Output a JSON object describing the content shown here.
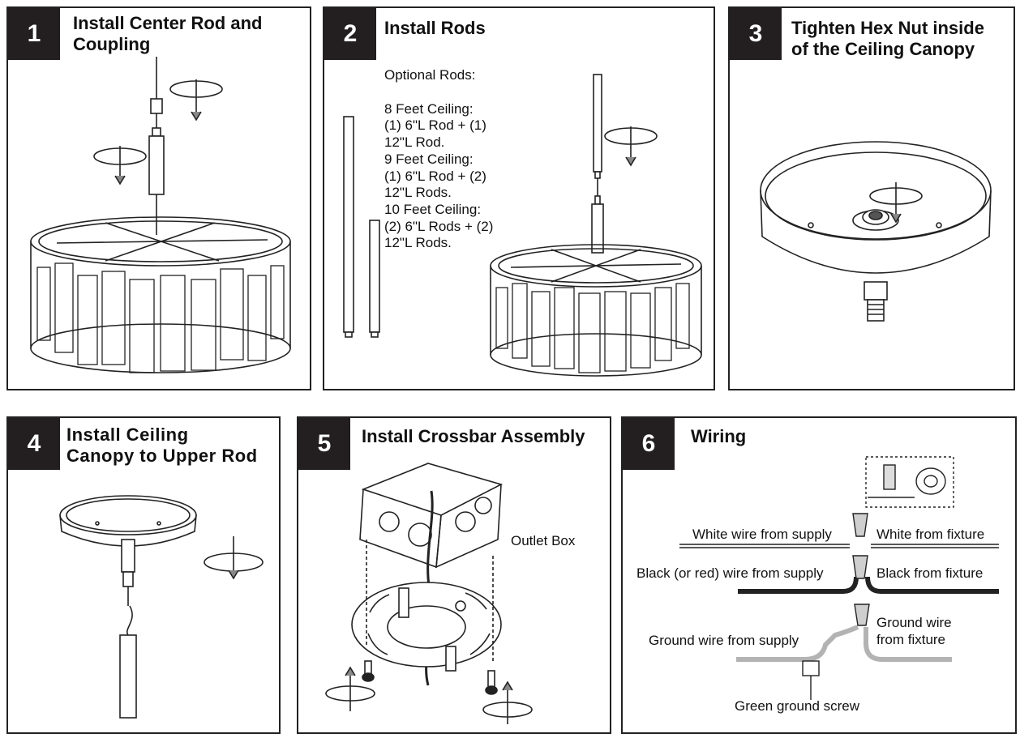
{
  "steps": [
    {
      "number": "1",
      "title_line1": "Install Center Rod and",
      "title_line2": "Coupling"
    },
    {
      "number": "2",
      "title": "Install Rods"
    },
    {
      "number": "3",
      "title_line1": "Tighten Hex Nut inside",
      "title_line2": "of the Ceiling Canopy"
    },
    {
      "number": "4",
      "title_line1": "Install Ceiling",
      "title_line2": "Canopy to Upper Rod"
    },
    {
      "number": "5",
      "title": "Install Crossbar Assembly"
    },
    {
      "number": "6",
      "title": "Wiring"
    }
  ],
  "rods": {
    "heading": "Optional Rods:",
    "lines": [
      "8 Feet Ceiling:",
      "(1) 6\"L Rod + (1)",
      "12\"L Rod.",
      "9 Feet Ceiling:",
      "(1) 6\"L Rod + (2)",
      "12\"L Rods.",
      "10 Feet Ceiling:",
      "(2) 6\"L Rods + (2)",
      "12\"L Rods."
    ]
  },
  "crossbar": {
    "outlet_box": "Outlet Box"
  },
  "wiring": {
    "white_supply": "White wire from supply",
    "white_fixture": "White from fixture",
    "black_supply": "Black (or red) wire from supply",
    "black_fixture": "Black from fixture",
    "ground_supply": "Ground wire from supply",
    "ground_fixture_1": "Ground wire",
    "ground_fixture_2": "from fixture",
    "green_screw": "Green ground screw"
  },
  "colors": {
    "header_bg": "#231f20",
    "ground_wire": "#b3b3b3",
    "black_wire": "#111111"
  }
}
